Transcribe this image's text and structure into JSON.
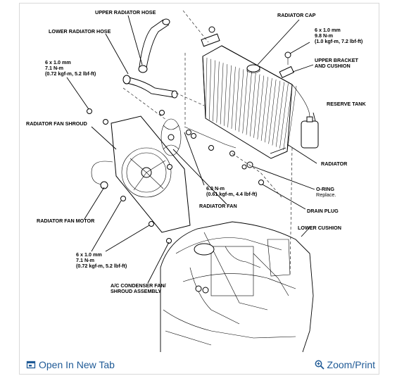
{
  "diagram": {
    "labels": {
      "upper_radiator_hose": "UPPER RADIATOR HOSE",
      "radiator_cap": "RADIATOR CAP",
      "lower_radiator_hose": "LOWER RADIATOR HOSE",
      "bolt_top_l1": "6 x 1.0 mm",
      "bolt_top_l2": "9.8 N-m",
      "bolt_top_l3": "(1.0 kgf-m, 7.2 lbf-ft)",
      "upper_bracket_l1": "UPPER BRACKET",
      "upper_bracket_l2": "AND CUSHION",
      "bolt_left_l1": "6 x 1.0 mm",
      "bolt_left_l2": "7.1 N-m",
      "bolt_left_l3": "(0.72 kgf-m, 5.2 lbf-ft)",
      "reserve_tank": "RESERVE TANK",
      "radiator_fan_shroud": "RADIATOR FAN SHROUD",
      "radiator": "RADIATOR",
      "torque_fan_l1": "6.0 N-m",
      "torque_fan_l2": "(0.61 kgf-m, 4.4 lbf-ft)",
      "o_ring_l1": "O-RING",
      "o_ring_l2": "Replace.",
      "radiator_fan": "RADIATOR FAN",
      "drain_plug": "DRAIN PLUG",
      "radiator_fan_motor": "RADIATOR FAN MOTOR",
      "lower_cushion": "LOWER CUSHION",
      "bolt_bottom_l1": "6 x 1.0 mm",
      "bolt_bottom_l2": "7.1 N-m",
      "bolt_bottom_l3": "(0.72 kgf-m, 5.2 lbf-ft)",
      "ac_condenser_l1": "A/C CONDENSER FAN/",
      "ac_condenser_l2": "SHROUD ASSEMBLY"
    }
  },
  "toolbar": {
    "open_label": "Open In New Tab",
    "zoom_label": "Zoom/Print",
    "open_icon": "open-external-icon",
    "zoom_icon": "zoom-in-icon",
    "link_color": "#1f5a96"
  }
}
